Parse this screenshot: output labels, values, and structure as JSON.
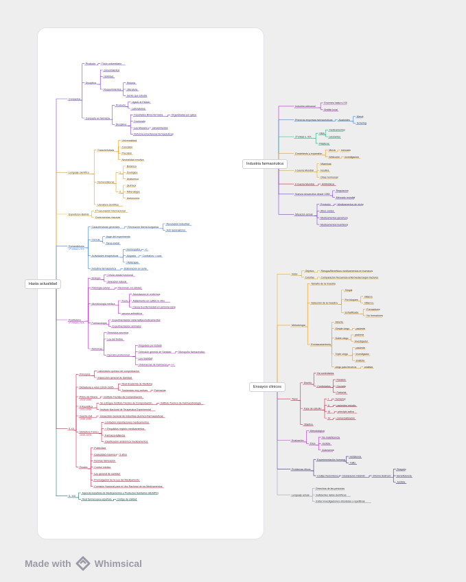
{
  "roots": {
    "hasta": "Hasta actualidad",
    "industria": "Industria farmacéutica",
    "ensayos": "Ensayos clínicos"
  },
  "footer": {
    "made_with": "Made with",
    "brand": "Whimsical"
  },
  "colors": {
    "purple": "#7b3fe4",
    "blue": "#3b82f6",
    "orange": "#f59e0b",
    "magenta": "#c026d3",
    "red": "#e11d48",
    "green": "#0f766e",
    "navy": "#312e81",
    "gray": "#9ca3af",
    "teal": "#10b981",
    "yellow": "#eab308"
  },
  "tree_hasta": [
    {
      "t": "Conceptos",
      "c": "purple",
      "k": [
        {
          "t": "Producto",
          "k": [
            {
              "t": "Título universitario"
            }
          ]
        },
        {
          "t": "Disciplina",
          "k": [
            {
              "t": "conocimientos"
            },
            {
              "t": "rabilidad"
            },
            {
              "t": "Requerimientos",
              "k": [
                {
                  "t": "Historia"
                },
                {
                  "t": "Literatura"
                },
                {
                  "t": "Gente que estudia"
                }
              ]
            }
          ]
        },
        {
          "t": "Concepto en farmacia",
          "k": [
            {
              "t": "Producto",
              "k": [
                {
                  "t": "Ligado al Estado"
                },
                {
                  "t": "Laboratorios"
                }
              ]
            },
            {
              "t": "Disciplina",
              "k": [
                {
                  "t": "Facultades libres farmacia",
                  "k": [
                    {
                      "t": "Organizadas por gatos"
                    }
                  ]
                },
                {
                  "t": "Doctorado"
                },
                {
                  "t": "Ley Moyano",
                  "k": [
                    {
                      "t": "conocimientos"
                    }
                  ]
                },
                {
                  "t": "Reforma enseñanzas farmacéuticas"
                }
              ]
            }
          ]
        }
      ]
    },
    {
      "t": "Lenguaje científico",
      "c": "orange",
      "k": [
        {
          "t": "Características",
          "k": [
            {
              "t": "Universalidad"
            },
            {
              "t": "Concisión"
            },
            {
              "t": "Precisión"
            },
            {
              "t": "Neutralidad emotiva"
            }
          ]
        },
        {
          "t": "Nomenclaturas",
          "k": [
            {
              "t": "1",
              "k": [
                {
                  "t": "Botánica"
                },
                {
                  "t": "Zoológica"
                },
                {
                  "t": "Anatomica"
                }
              ]
            },
            {
              "t": "2",
              "k": [
                {
                  "t": "Química"
                },
                {
                  "t": "Mineralogía"
                },
                {
                  "t": "Astronomía"
                }
              ]
            }
          ]
        },
        {
          "t": "Literatura científica"
        }
      ]
    },
    {
      "t": "Expedicion Balmis",
      "c": "yellow",
      "k": [
        {
          "t": "1ª vacunación internacional"
        },
        {
          "t": "Controversias vacunas"
        }
      ]
    },
    {
      "t": "Romanticismo\n1ª mitad s.XIX",
      "c": "blue",
      "k": [
        {
          "t": "Características generales",
          "k": [
            {
              "t": "Revolución liberal-burguesa",
              "k": [
                {
                  "t": "Revolución industrial"
                },
                {
                  "t": "Anti racionalismo"
                }
              ]
            }
          ]
        },
        {
          "t": "Ciencia",
          "k": [
            {
              "t": "Auge del experimento"
            },
            {
              "t": "Tarea social"
            }
          ]
        },
        {
          "t": "Actividades terapéuticas",
          "k": [
            {
              "t": "Homeopatía",
              "k": [
                {
                  "t": "+/-"
                }
              ]
            },
            {
              "t": "Alopatía",
              "k": [
                {
                  "t": "Contrarios = cura"
                }
              ]
            },
            {
              "t": "Fitoterapia"
            }
          ]
        },
        {
          "t": "Industria farmacéutica",
          "k": [
            {
              "t": "Elaboración en serie"
            }
          ]
        }
      ]
    },
    {
      "t": "Positivismo\n2ª mitad s.XIX",
      "c": "magenta",
      "k": [
        {
          "t": "Biología",
          "k": [
            {
              "t": "Célula unidad funcional"
            },
            {
              "t": "Selección natural"
            }
          ]
        },
        {
          "t": "Patología celular",
          "k": [
            {
              "t": "Neuronas: en células"
            }
          ]
        },
        {
          "t": "Microbiología médica",
          "k": [
            {
              "t": "Koch",
              "k": [
                {
                  "t": "Abundancia en enfermos"
                },
                {
                  "t": "Aislamiento en cultivo in vitro"
                },
                {
                  "t": "Causa la enfermedad en persona sana"
                }
              ]
            },
            {
              "t": "vacuna antirrábica"
            }
          ]
        },
        {
          "t": "Farmacología",
          "k": [
            {
              "t": "Experimentación sistemática medicamentos"
            },
            {
              "t": "Experimentación animales"
            }
          ]
        },
        {
          "t": "Reformas",
          "k": [
            {
              "t": "Remedios secretos"
            },
            {
              "t": "Ley del timbre"
            },
            {
              "t": "Ejercicio profesional",
              "k": [
                {
                  "t": "Regulado por Estado"
                },
                {
                  "t": "Dirección general de Sanidad",
                  "k": [
                    {
                      "t": "Monopolio farmacéutico"
                    }
                  ]
                },
                {
                  "t": "Ley Sanidad"
                },
                {
                  "t": "Ordenanzas de Farmacia",
                  "k": [
                    {
                      "t": "+/-"
                    }
                  ]
                }
              ]
            }
          ]
        }
      ]
    },
    {
      "t": "S.XX",
      "c": "red",
      "k": [
        {
          "t": "Principios",
          "k": [
            {
              "t": "Laboratorio químico de comprobación"
            },
            {
              "t": "Inspección general de Sanidad"
            }
          ]
        },
        {
          "t": "Dictaduras y retos (1919-1926)",
          "k": [
            {
              "t": "Real Academia de Medicina"
            },
            {
              "t": "Sustancias muy activas",
              "k": [
                {
                  "t": "Farmacias"
                }
              ]
            }
          ]
        },
        {
          "t": "Primo de Rivera\n1923-1930",
          "k": [
            {
              "t": "Instituto Técnico de Comprobación"
            }
          ]
        },
        {
          "t": "II República\n1931-1936",
          "k": [
            {
              "t": "Se extingue Instituto Técnico de Comprobación",
              "k": [
                {
                  "t": "Instituto Técnico de Farmacobiología"
                }
              ]
            },
            {
              "t": "Instituto Nacional de Terapéutica Experimental"
            }
          ]
        },
        {
          "t": "Guerra civil\n1936-1939",
          "k": [
            {
              "t": "Inspección General de Industrias Químico-Farmacéuticas"
            }
          ]
        },
        {
          "t": "Dictadura Franco\n1939-1975",
          "k": [
            {
              "t": "Limitación importaciones medicamentos"
            },
            {
              "t": "+ Requisitos registro medicamentos"
            },
            {
              "t": "Farmacovigilancia"
            },
            {
              "t": "Clasificación anatómica medicamentos"
            }
          ]
        },
        {
          "t": "Finales",
          "k": [
            {
              "t": "Publicidad"
            },
            {
              "t": "Caducidad máxima",
              "k": [
                {
                  "t": "5 años"
                }
              ]
            },
            {
              "t": "Normas fabricación"
            },
            {
              "t": "Control médico"
            },
            {
              "t": "Ley general de sanidad"
            },
            {
              "t": "Promulgación de la Ley del Medicamento"
            },
            {
              "t": "Comisión Nacional para el Uso Racional de los Medicamentos"
            }
          ]
        }
      ]
    },
    {
      "t": "S. XXI",
      "c": "green",
      "k": [
        {
          "t": "Agencia Española de Medicamentos y Productos Sanitarios (AEMPS)"
        },
        {
          "t": "Real farmacopea española",
          "k": [
            {
              "t": "Código de calidad"
            }
          ]
        }
      ]
    }
  ],
  "tree_industria": [
    {
      "t": "Industria artesanal",
      "c": "magenta",
      "k": [
        {
          "t": "Enormes hasta s.XIX"
        },
        {
          "t": "Ámbito local"
        }
      ]
    },
    {
      "t": "Primeras empresas farmacéuticas",
      "c": "blue",
      "k": [
        {
          "t": "Alcaloides",
          "k": [
            {
              "t": "Merck"
            },
            {
              "t": "Schering"
            }
          ]
        }
      ]
    },
    {
      "t": "1ª mitad s. XIX",
      "c": "teal",
      "k": [
        {
          "t": "GBA",
          "k": [
            {
              "t": "medicamentos"
            },
            {
              "t": "colorantes"
            }
          ]
        },
        {
          "t": "Plásticos"
        }
      ]
    },
    {
      "t": "Crecimiento y expansión",
      "c": "orange",
      "k": [
        {
          "t": "Merck",
          "k": [
            {
              "t": "mercado"
            }
          ]
        },
        {
          "t": "Wellcome",
          "k": [
            {
              "t": "investigacion"
            }
          ]
        }
      ]
    },
    {
      "t": "I Guerra Mundial",
      "c": "yellow",
      "k": [
        {
          "t": "Vitaminas"
        },
        {
          "t": "Insulina"
        },
        {
          "t": "Otras hormonas"
        }
      ]
    },
    {
      "t": "II Guerra Mundial",
      "c": "red",
      "k": [
        {
          "t": "Antibióticos"
        }
      ]
    },
    {
      "t": "Nuevos desarrollos desde 1950",
      "c": "purple",
      "k": [
        {
          "t": "Regulacion"
        },
        {
          "t": "Mercado mundial"
        }
      ]
    },
    {
      "t": "Situación actual",
      "c": "purple",
      "k": [
        {
          "t": "Precisión",
          "k": [
            {
              "t": "Medicamentos de nicho"
            }
          ]
        },
        {
          "t": "Altos costes"
        },
        {
          "t": "Medicamentos genéricos"
        },
        {
          "t": "Medicamentos huérfanos"
        }
      ]
    }
  ],
  "tree_ensayos": [
    {
      "t": "Inicio",
      "c": "yellow",
      "k": [
        {
          "t": "Objetivo",
          "k": [
            {
              "t": "Riesgos/Beneficios medicamentos en humanos"
            }
          ]
        },
        {
          "t": "Colorfas",
          "k": [
            {
              "t": "Comparación frecuencia enfermedad según factores"
            }
          ]
        }
      ]
    },
    {
      "t": "Metodología",
      "c": "orange",
      "k": [
        {
          "t": "Tamaño de la muestra"
        },
        {
          "t": "Selección de la muestra",
          "k": [
            {
              "t": "Simple"
            },
            {
              "t": "Por bloques",
              "k": [
                {
                  "t": "mitad a"
                },
                {
                  "t": "mitad cu"
                }
              ]
            },
            {
              "t": "Estratificada",
              "k": [
                {
                  "t": "Formadores"
                },
                {
                  "t": "No formadores"
                }
              ]
            }
          ]
        },
        {
          "t": "Enmascaramiento",
          "k": [
            {
              "t": "Abierto"
            },
            {
              "t": "Simple ciego",
              "k": [
                {
                  "t": "paciente"
                }
              ]
            },
            {
              "t": "Doble ciego",
              "k": [
                {
                  "t": "paciente"
                },
                {
                  "t": "investigador"
                }
              ]
            },
            {
              "t": "Triple ciego",
              "k": [
                {
                  "t": "paciente"
                },
                {
                  "t": "investigador"
                },
                {
                  "t": "analista"
                }
              ]
            },
            {
              "t": "ciego para terceros",
              "k": [
                {
                  "t": "analista"
                }
              ]
            }
          ]
        }
      ]
    },
    {
      "t": "Tipos",
      "c": "red",
      "k": [
        {
          "t": "Diseño",
          "k": [
            {
              "t": "No controlados"
            },
            {
              "t": "Controlados",
              "k": [
                {
                  "t": "Paralelo"
                },
                {
                  "t": "Cruzado"
                },
                {
                  "t": "Factorial"
                }
              ]
            }
          ]
        },
        {
          "t": "Fase de estudio",
          "k": [
            {
              "t": "I",
              "k": [
                {
                  "t": "humanos"
                }
              ]
            },
            {
              "t": "II",
              "k": [
                {
                  "t": "pacientes estudio"
                }
              ]
            },
            {
              "t": "III",
              "k": [
                {
                  "t": "principio activo"
                }
              ]
            },
            {
              "t": "IV",
              "k": [
                {
                  "t": "comercialización"
                }
              ]
            }
          ]
        },
        {
          "t": "Objetivo"
        }
      ]
    },
    {
      "t": "Evaluación",
      "c": "magenta",
      "k": [
        {
          "t": "Metodológica"
        },
        {
          "t": "Ética",
          "k": [
            {
              "t": "No maleficencia"
            },
            {
              "t": "Justicia"
            },
            {
              "t": "Autonomía"
            }
          ]
        }
      ]
    },
    {
      "t": "Problemas éticos",
      "c": "navy",
      "k": [
        {
          "t": "Experimentación humana",
          "k": [
            {
              "t": "Holiskovia"
            },
            {
              "t": "Tállio"
            }
          ]
        },
        {
          "t": "Código Nuremberg",
          "k": [
            {
              "t": "Declaración Helsinki",
              "k": [
                {
                  "t": "Informe Belmont",
                  "k": [
                    {
                      "t": "Respeto"
                    },
                    {
                      "t": "Beneficiencia"
                    },
                    {
                      "t": "Justicia"
                    }
                  ]
                }
              ]
            }
          ]
        }
      ]
    },
    {
      "t": "Lenguaje actual",
      "c": "gray",
      "k": [
        {
          "t": "Derechos de las personas"
        },
        {
          "t": "Suficientes datos científicos"
        },
        {
          "t": "Evitar investigaciones obsoletas o repetitivas"
        }
      ]
    }
  ]
}
